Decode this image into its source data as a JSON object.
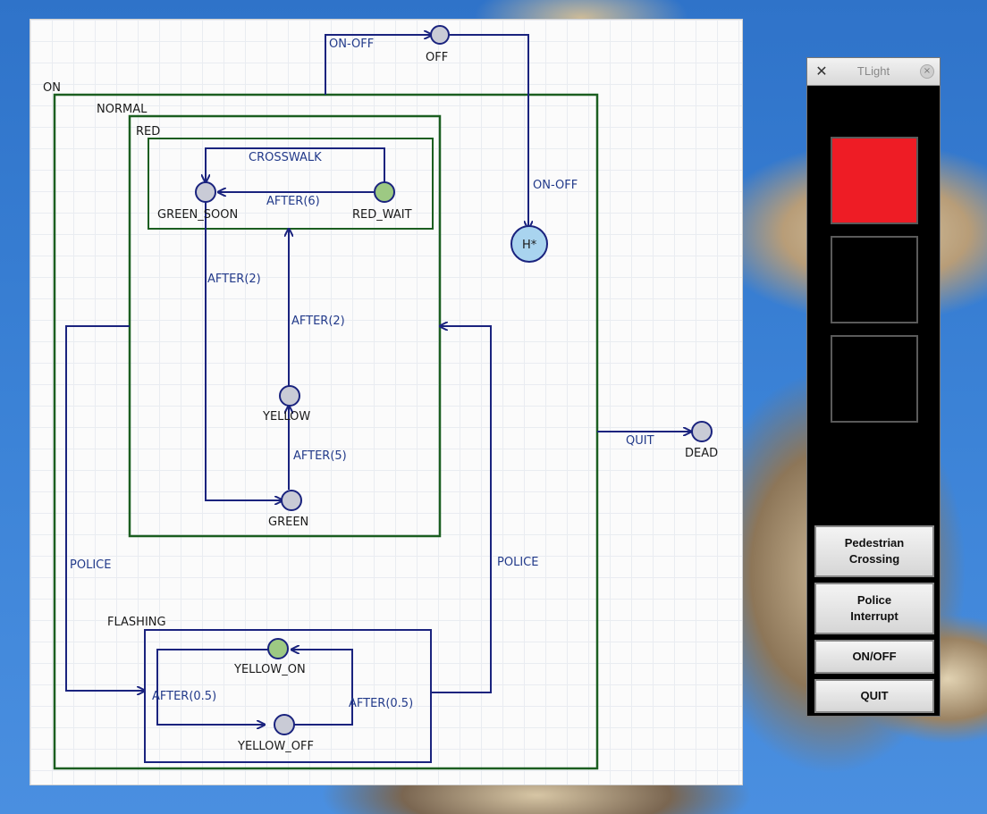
{
  "statechart": {
    "states": {
      "on": "ON",
      "normal": "NORMAL",
      "red": "RED",
      "flashing": "FLASHING",
      "off": "OFF",
      "dead": "DEAD",
      "history": "H*",
      "green_soon": "GREEN_SOON",
      "red_wait": "RED_WAIT",
      "yellow": "YELLOW",
      "green": "GREEN",
      "yellow_on": "YELLOW_ON",
      "yellow_off": "YELLOW_OFF"
    },
    "events": {
      "on_off_top": "ON-OFF",
      "on_off_right": "ON-OFF",
      "crosswalk": "CROSSWALK",
      "after_6": "AFTER(6)",
      "after_2_left": "AFTER(2)",
      "after_2_mid": "AFTER(2)",
      "after_5": "AFTER(5)",
      "quit": "QUIT",
      "police_left": "POLICE",
      "police_right": "POLICE",
      "after_05_left": "AFTER(0.5)",
      "after_05_right": "AFTER(0.5)"
    },
    "colors": {
      "container_border": "#1b5e20",
      "flashing_border": "#1a237e",
      "transition": "#1a237e",
      "state_fill": "#c9cbd6",
      "active_fill": "#9dc983",
      "history_fill": "#a9d4ef"
    }
  },
  "tlight": {
    "title": "TLight",
    "menu_icon": "x-tools-icon",
    "close_icon": "close-icon",
    "lamps": {
      "top_color": "#ee1c25",
      "middle_color": "#000000",
      "bottom_color": "#000000"
    },
    "buttons": {
      "pedestrian": "Pedestrian\nCrossing",
      "police": "Police\nInterrupt",
      "onoff": "ON/OFF",
      "quit": "QUIT"
    }
  }
}
